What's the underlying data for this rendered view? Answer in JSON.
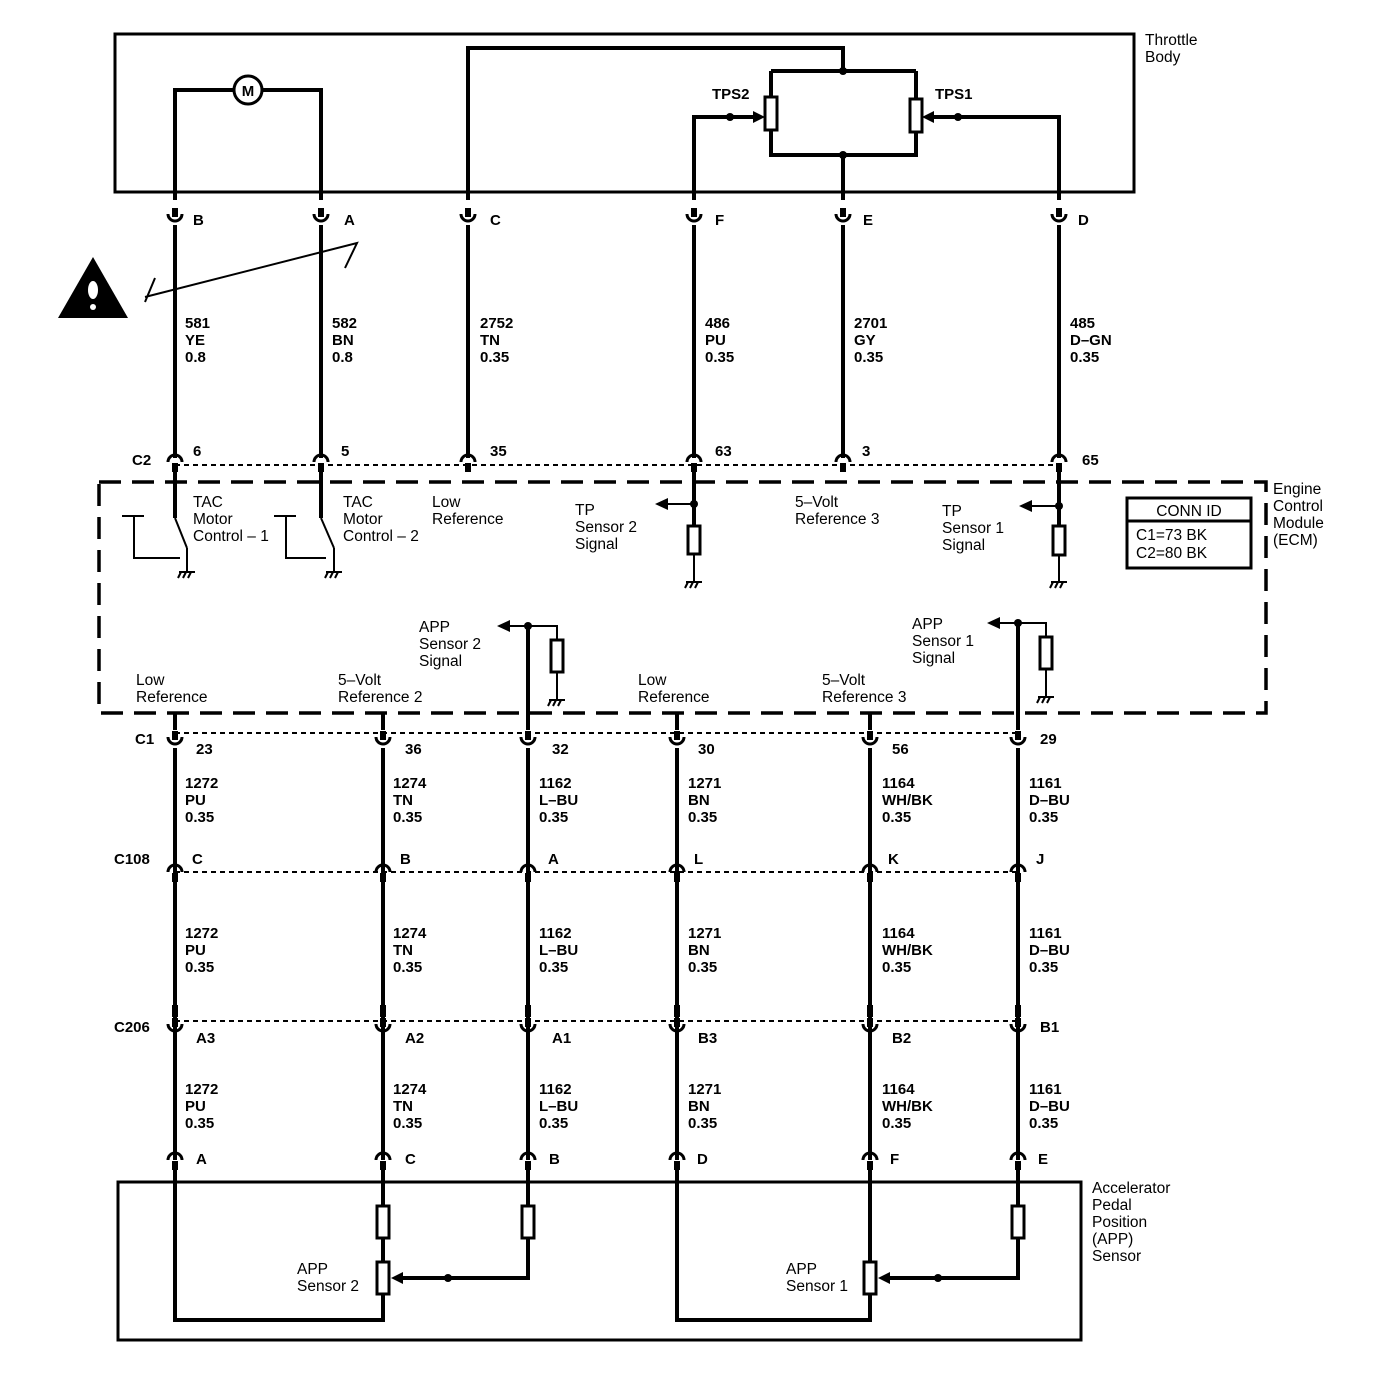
{
  "components": {
    "throttle_body": [
      "Throttle",
      "Body"
    ],
    "ecm": [
      "Engine",
      "Control",
      "Module",
      "(ECM)"
    ],
    "app_sensor": [
      "Accelerator",
      "Pedal",
      "Position",
      "(APP)",
      "Sensor"
    ],
    "motor_symbol": "M",
    "tps2": "TPS2",
    "tps1": "TPS1",
    "app_sensor_2_label": [
      "APP",
      "Sensor 2"
    ],
    "app_sensor_1_label": [
      "APP",
      "Sensor 1"
    ]
  },
  "conn_id": {
    "title": "CONN ID",
    "rows": [
      "C1=73 BK",
      "C2=80 BK"
    ]
  },
  "connectors": {
    "c2": "C2",
    "c1": "C1",
    "c108": "C108",
    "c206": "C206"
  },
  "throttle_circuits": [
    {
      "tb_pin": "B",
      "ecm_pin": "6",
      "circuit": "581",
      "color": "YE",
      "gauge": "0.8"
    },
    {
      "tb_pin": "A",
      "ecm_pin": "5",
      "circuit": "582",
      "color": "BN",
      "gauge": "0.8"
    },
    {
      "tb_pin": "C",
      "ecm_pin": "35",
      "circuit": "2752",
      "color": "TN",
      "gauge": "0.35"
    },
    {
      "tb_pin": "F",
      "ecm_pin": "63",
      "circuit": "486",
      "color": "PU",
      "gauge": "0.35"
    },
    {
      "tb_pin": "E",
      "ecm_pin": "3",
      "circuit": "2701",
      "color": "GY",
      "gauge": "0.35"
    },
    {
      "tb_pin": "D",
      "ecm_pin": "65",
      "circuit": "485",
      "color": "D–GN",
      "gauge": "0.35"
    }
  ],
  "ecm_top_labels": {
    "tac1": [
      "TAC",
      "Motor",
      "Control – 1"
    ],
    "tac2": [
      "TAC",
      "Motor",
      "Control – 2"
    ],
    "low_ref": [
      "Low",
      "Reference"
    ],
    "tp2": [
      "TP",
      "Sensor 2",
      "Signal"
    ],
    "vref3": [
      "5–Volt",
      "Reference 3"
    ],
    "tp1": [
      "TP",
      "Sensor 1",
      "Signal"
    ]
  },
  "ecm_bottom_labels": {
    "app2": [
      "APP",
      "Sensor 2",
      "Signal"
    ],
    "app1": [
      "APP",
      "Sensor 1",
      "Signal"
    ],
    "low_ref_a": [
      "Low",
      "Reference"
    ],
    "vref2": [
      "5–Volt",
      "Reference 2"
    ],
    "low_ref_b": [
      "Low",
      "Reference"
    ],
    "vref3": [
      "5–Volt",
      "Reference 3"
    ]
  },
  "pedal_circuits": [
    {
      "c1_pin": "23",
      "c108_pin": "C",
      "c206_pin": "A3",
      "app_pin": "A",
      "circuit": "1272",
      "color": "PU",
      "gauge": "0.35"
    },
    {
      "c1_pin": "36",
      "c108_pin": "B",
      "c206_pin": "A2",
      "app_pin": "C",
      "circuit": "1274",
      "color": "TN",
      "gauge": "0.35"
    },
    {
      "c1_pin": "32",
      "c108_pin": "A",
      "c206_pin": "A1",
      "app_pin": "B",
      "circuit": "1162",
      "color": "L–BU",
      "gauge": "0.35"
    },
    {
      "c1_pin": "30",
      "c108_pin": "L",
      "c206_pin": "B3",
      "app_pin": "D",
      "circuit": "1271",
      "color": "BN",
      "gauge": "0.35"
    },
    {
      "c1_pin": "56",
      "c108_pin": "K",
      "c206_pin": "B2",
      "app_pin": "F",
      "circuit": "1164",
      "color": "WH/BK",
      "gauge": "0.35"
    },
    {
      "c1_pin": "29",
      "c108_pin": "J",
      "c206_pin": "B1",
      "app_pin": "E",
      "circuit": "1161",
      "color": "D–BU",
      "gauge": "0.35"
    }
  ]
}
